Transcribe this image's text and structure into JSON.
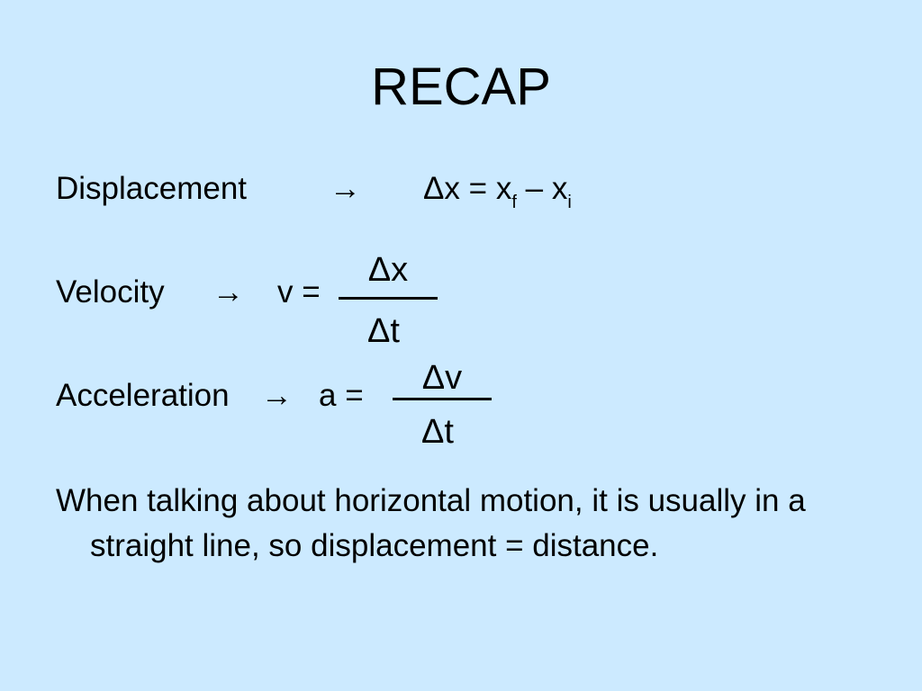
{
  "slide": {
    "title": "RECAP",
    "arrow": "→",
    "displacement": {
      "label": "Displacement",
      "delta_x": "Δx",
      "equals": "=",
      "x": "x",
      "sub_f": "f",
      "minus": "–",
      "sub_i": "i"
    },
    "velocity": {
      "label": "Velocity",
      "lhs": "v =",
      "numerator": "Δx",
      "denominator": "Δt"
    },
    "acceleration": {
      "label": "Acceleration",
      "lhs": "a =",
      "numerator": "Δv",
      "denominator": "Δt"
    },
    "note": "When talking about horizontal motion, it is usually in a straight line, so displacement = distance."
  }
}
